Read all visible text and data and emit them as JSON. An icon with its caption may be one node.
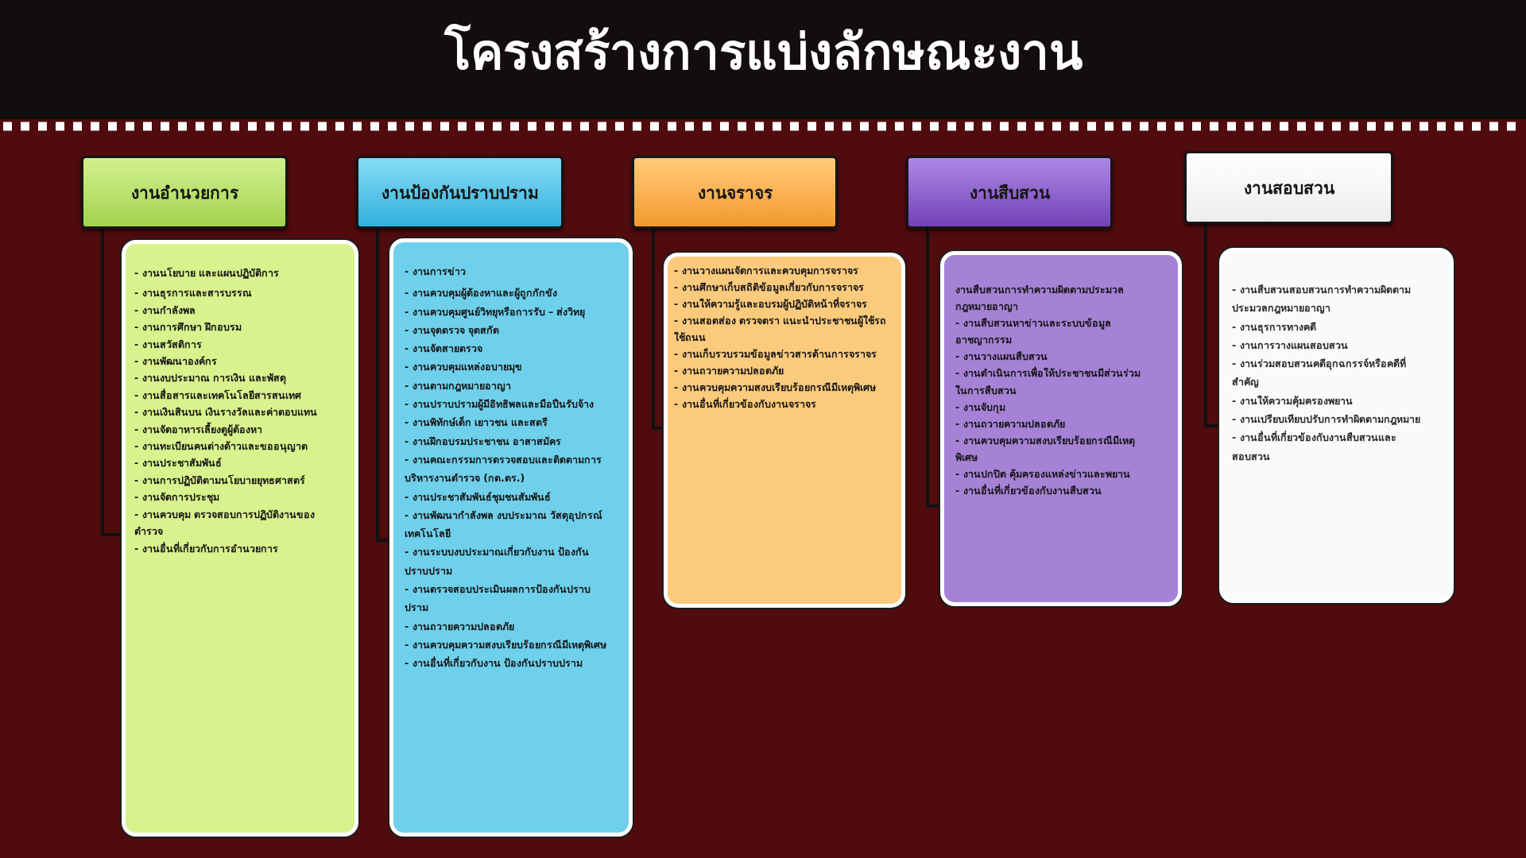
{
  "diagram": {
    "title": "โครงสร้างการแบ่งลักษณะงาน",
    "nodes": [
      {
        "text": [
          "งานอำนวยการ"
        ]
      },
      {
        "text": [
          "งานป้องกันปราบปราม"
        ]
      },
      {
        "text": [
          "งานจราจร"
        ]
      },
      {
        "text": [
          "งานสืบสวน"
        ]
      },
      {
        "text": [
          "งานสอบสวน"
        ]
      },
      {
        "text": [
          "- งานนโยบาย และแผนปฏิบัติการ",
          "- งานธุรการและสารบรรณ",
          "- งานกำลังพล",
          "- งานการศึกษา ฝึกอบรม",
          "- งานสวัสดิการ",
          "- งานพัฒนาองค์กร",
          "- งานงบประมาณ การเงิน และพัสดุ",
          "- งานสื่อสารและเทคโนโลยีสารสนเทศ",
          "- งานเงินสินบน เงินรางวัลและค่าตอบแทน",
          "- งานจัดอาหารเลี้ยงดูผู้ต้องหา",
          "- งานทะเบียนคนต่างด้าวและขออนุญาต",
          "- งานประชาสัมพันธ์",
          "- งานการปฏิบัติตามนโยบายยุทธศาสตร์",
          "- งานจัดการประชุม",
          "- งานควบคุม ตรวจสอบการปฏิบัติงานของตำรวจ",
          "- งานอื่นที่เกี่ยวกับการอำนวยการ"
        ]
      },
      {
        "text": [
          "- งานการข่าว",
          "- งานควบคุมผู้ต้องหาและผู้ถูกกักขัง",
          "- งานควบคุมศูนย์วิทยุหรือการรับ – ส่งวิทยุ",
          "- งานจุดตรวจ จุดสกัด",
          "- งานจัดสายตรวจ",
          "- งานควบคุมแหล่งอบายมุข",
          "- งานตามกฎหมายอาญา",
          "- งานปราบปรามผู้มีอิทธิพลและมือปืนรับจ้าง",
          "- งานพิทักษ์เด็ก เยาวชน และสตรี",
          "- งานฝึกอบรมประชาชน อาสาสมัคร",
          "- งานคณะกรรมการตรวจสอบและติดตามการบริหารงานตำรวจ (กต.ตร.)",
          "- งานประชาสัมพันธ์ชุมชนสัมพันธ์",
          "- งานพัฒนากำลังพล งบประมาณ วัสดุอุปกรณ์เทคโนโลยี",
          "- งานระบบงบประมาณเกี่ยวกับงาน ป้องกันปราบปราม",
          "- งานตรวจสอบประเมินผลการป้องกันปราบปราม",
          "- งานถวายความปลอดภัย",
          "- งานควบคุมความสงบเรียบร้อยกรณีมีเหตุพิเศษ",
          "- งานอื่นที่เกี่ยวกับงาน ป้องกันปราบปราม"
        ]
      },
      {
        "text": [
          "- งานวางแผนจัดการและควบคุมการจราจร",
          "- งานศึกษาเก็บสถิติข้อมูลเกี่ยวกับการจราจร",
          "- งานให้ความรู้และอบรมผู้ปฏิบัติหน้าที่จราจร",
          "- งานสอดส่อง ตรวจตรา แนะนำประชาชนผู้ใช้รถใช้ถนน",
          "- งานเก็บรวบรวมข้อมูลข่าวสารด้านการจราจร",
          "- งานถวายความปลอดภัย",
          "- งานควบคุมความสงบเรียบร้อยกรณีมีเหตุพิเศษ",
          "- งานอื่นที่เกี่ยวข้องกับงานจราจร"
        ]
      },
      {
        "text": [
          "งานสืบสวนการทำความผิดตามประมวลกฎหมายอาญา",
          "- งานสืบสวนหาข่าวและระบบข้อมูลอาชญากรรม",
          "- งานวางแผนสืบสวน",
          "- งานดำเนินการเพื่อให้ประชาชนมีส่วนร่วมในการสืบสวน",
          "- งานจับกุม",
          "- งานถวายความปลอดภัย",
          "- งานควบคุมความสงบเรียบร้อยกรณีมีเหตุพิเศษ",
          "- งานปกปิด คุ้มครองแหล่งข่าวและพยาน",
          "- งานอื่นที่เกี่ยวข้องกับงานสืบสวน"
        ]
      },
      {
        "text": [
          "- งานสืบสวนสอบสวนการทำความผิดตามประมวลกฎหมายอาญา",
          "- งานธุรการทางคดี",
          "- งานการวางแผนสอบสวน",
          "- งานร่วมสอบสวนคดีอุกฉกรรจ์หรือคดีที่สำคัญ",
          "- งานให้ความคุ้มครองพยาน",
          "- งานเปรียบเทียบปรับการทำผิดตามกฎหมาย",
          "- งานอื่นที่เกี่ยวข้องกับงานสืบสวนและสอบสวน"
        ]
      }
    ],
    "edges": [
      {
        "from": 0,
        "to": 5,
        "arrow": "none"
      },
      {
        "from": 1,
        "to": 6,
        "arrow": "none"
      },
      {
        "from": 2,
        "to": 7,
        "arrow": "none"
      },
      {
        "from": 3,
        "to": 8,
        "arrow": "none"
      },
      {
        "from": 4,
        "to": 9,
        "arrow": "none"
      }
    ]
  }
}
